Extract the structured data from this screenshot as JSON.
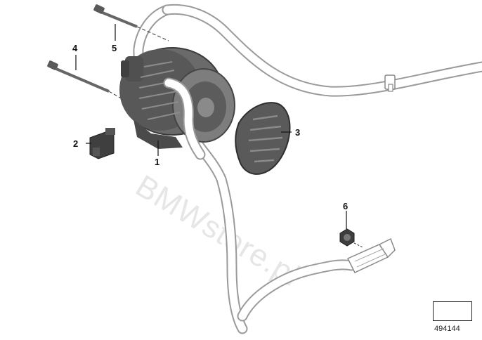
{
  "watermark": "BMWstore.pl",
  "callouts": {
    "c1": "1",
    "c2": "2",
    "c3": "3",
    "c4": "4",
    "c5": "5",
    "c6": "6"
  },
  "reference": "494144",
  "colors": {
    "part_dark": "#4a4a4a",
    "part_mid": "#7a7a7a",
    "cable_fill": "#ffffff",
    "cable_outline": "#9a9a9a",
    "leader": "#111111"
  }
}
